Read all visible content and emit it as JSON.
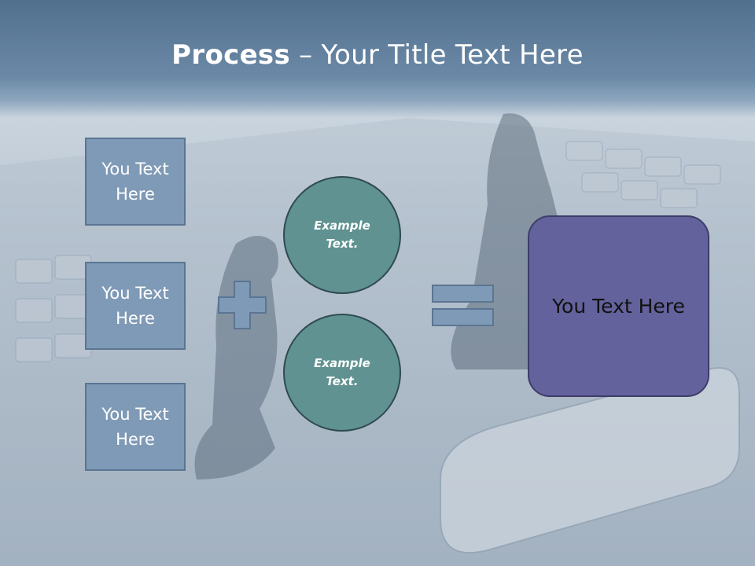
{
  "title": {
    "bold": "Process",
    "rest": " – Your Title Text Here"
  },
  "left_boxes": [
    {
      "text": "You Text Here"
    },
    {
      "text": "You Text Here"
    },
    {
      "text": "You Text Here"
    }
  ],
  "circles": [
    {
      "text": "Example Text."
    },
    {
      "text": "Example Text."
    }
  ],
  "result": {
    "text": "You Text Here"
  },
  "colors": {
    "header": "#51708e",
    "box_fill": "#7f9ab6",
    "circle_fill": "#5f9290",
    "result_fill": "#63629c",
    "operator_fill": "#7f9ab6"
  },
  "icons": {
    "plus": "plus-icon",
    "equals": "equals-icon"
  }
}
